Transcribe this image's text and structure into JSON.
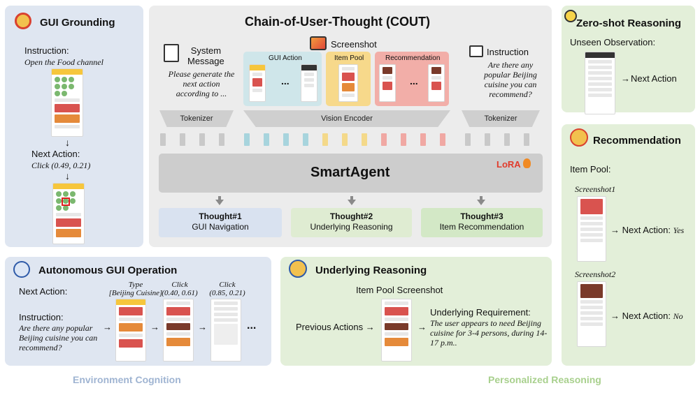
{
  "colors": {
    "blue_panel": "#dfe6f1",
    "green_panel": "#e3efd9",
    "gray_panel": "#ececec",
    "token_blue": "#a7d4dd",
    "token_yellow": "#f4d98a",
    "token_red": "#f0a8a3",
    "token_gray": "#c9c9c9",
    "lora": "#e13b2b"
  },
  "gui_grounding": {
    "title": "GUI Grounding",
    "icon": "target-icon",
    "instruction_label": "Instruction:",
    "instruction": "Open the Food channel",
    "next_action_label": "Next Action:",
    "next_action": "Click (0.49, 0.21)"
  },
  "cout": {
    "title": "Chain-of-User-Thought (COUT)",
    "system_label": "System\nMessage",
    "system_text": "Please generate the next action according to ...",
    "screenshot_label": "Screenshot",
    "gui_action_label": "GUI Action",
    "item_pool_label": "Item Pool",
    "recommendation_label": "Recommendation",
    "ellipsis": "...",
    "instruction_label": "Instruction",
    "instruction_text": "Are there any popular Beijing cuisine you can recommend?",
    "tokenizer1": "Tokenizer",
    "vision_encoder": "Vision Encoder",
    "tokenizer2": "Tokenizer",
    "agent": "SmartAgent",
    "lora": "LoRA",
    "thoughts": [
      {
        "title": "Thought#1",
        "label": "GUI Navigation"
      },
      {
        "title": "Thought#2",
        "label": "Underlying Reasoning"
      },
      {
        "title": "Thought#3",
        "label": "Item Recommendation"
      }
    ]
  },
  "zero_shot": {
    "title": "Zero-shot Reasoning",
    "icon": "lightbulb-icon",
    "observation_label": "Unseen Observation:",
    "next_action": "Next Action"
  },
  "recommendation": {
    "title": "Recommendation",
    "icon": "person-question-icon",
    "item_pool_label": "Item Pool:",
    "screenshot1": "Screenshot1",
    "next_action1": "Next Action:",
    "answer1": "Yes",
    "screenshot2": "Screenshot2",
    "next_action2": "Next Action:",
    "answer2": "No"
  },
  "autonomous": {
    "title": "Autonomous GUI Operation",
    "icon": "robot-icon",
    "next_action_label": "Next Action:",
    "instruction_label": "Instruction:",
    "instruction": "Are there any popular Beijing cuisine you can recommend?",
    "step1": "Type\n[Beijing Cuisine]",
    "step2": "Click\n(0.40, 0.61)",
    "step3": "Click\n(0.85, 0.21)",
    "ellipsis": "..."
  },
  "underlying": {
    "title": "Underlying Reasoning",
    "icon": "person-thinking-icon",
    "pool_label": "Item Pool Screenshot",
    "previous_actions": "Previous Actions",
    "req_label": "Underlying Requirement:",
    "req_text": "The user appears to need Beijing cuisine for 3-4 persons, during 14-17 p.m.."
  },
  "footer": {
    "left": "Environment Cognition",
    "right": "Personalized Reasoning",
    "left_color": "#9fb4d2",
    "right_color": "#a8d08d"
  }
}
